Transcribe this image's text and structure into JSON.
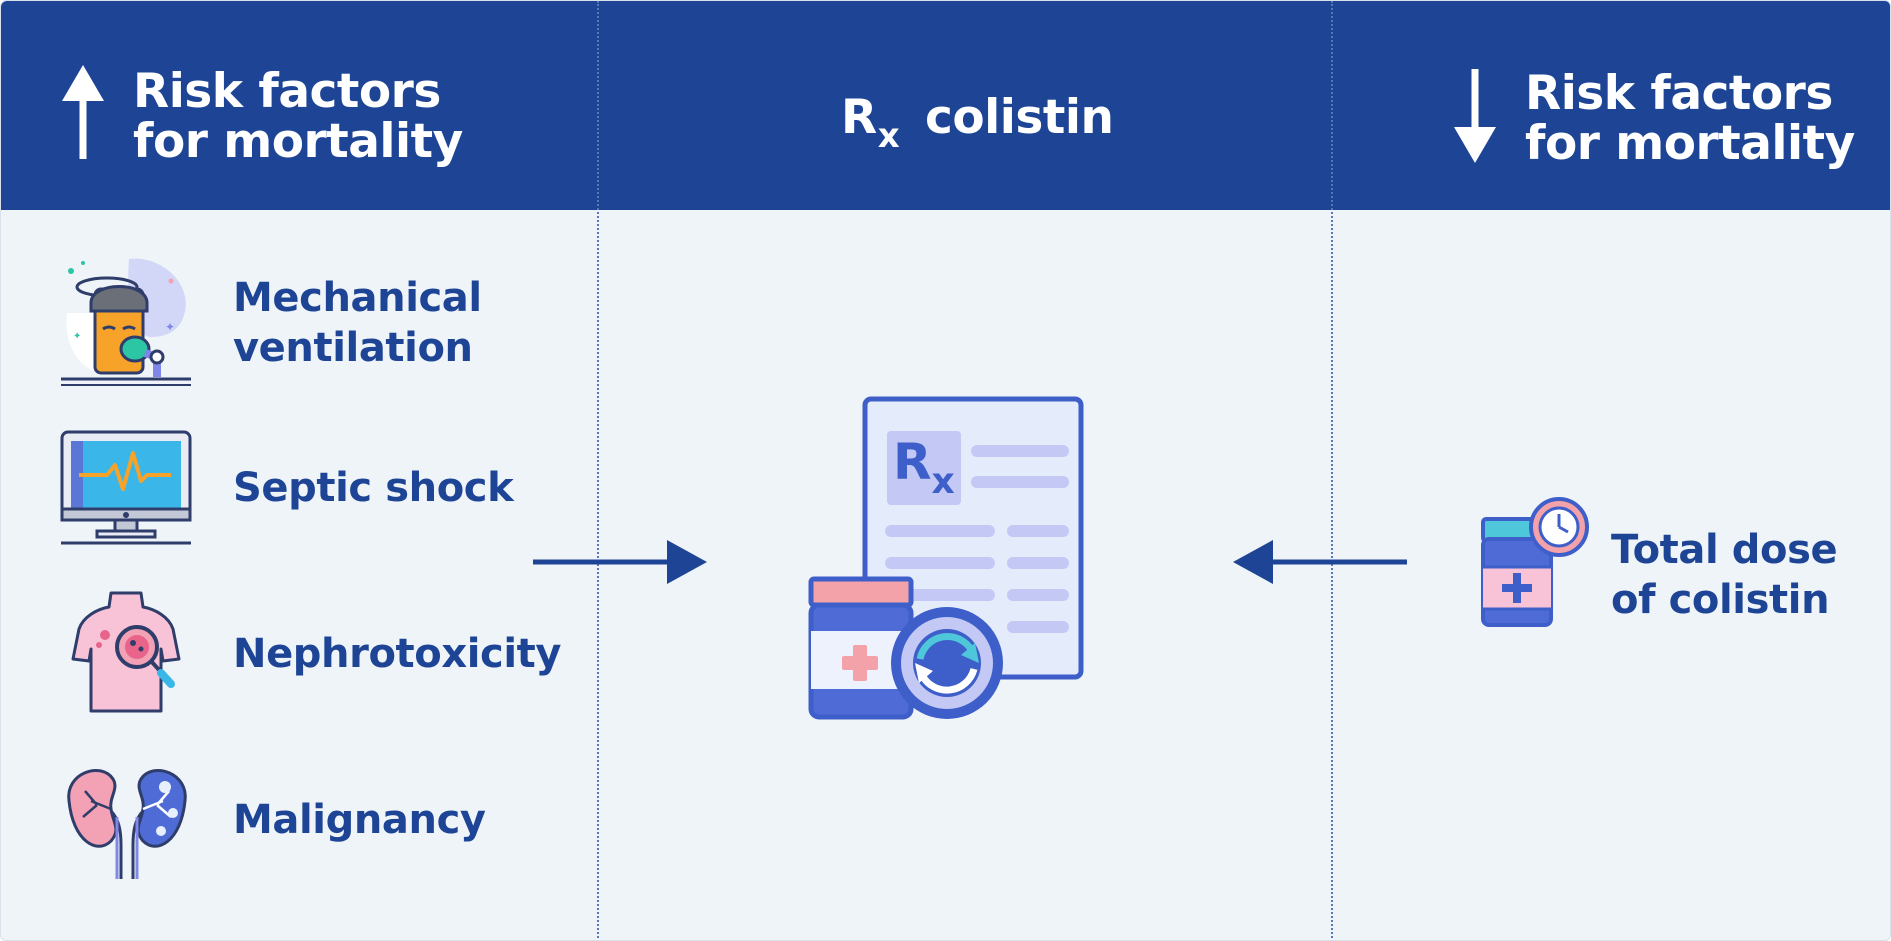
{
  "header": {
    "left": {
      "line1": "Risk factors",
      "line2": "for mortality",
      "arrow": "up-arrow-icon"
    },
    "center": {
      "rx_r": "R",
      "rx_x": "x",
      "drug": "colistin"
    },
    "right": {
      "line1": "Risk factors",
      "line2": "for mortality",
      "arrow": "down-arrow-icon"
    }
  },
  "increased_risk_factors": [
    {
      "line1": "Mechanical",
      "line2": "ventilation",
      "icon": "ventilated-patient-icon"
    },
    {
      "line1": "Septic shock",
      "icon": "heart-monitor-icon"
    },
    {
      "line1": "Nephrotoxicity",
      "icon": "body-inspection-icon"
    },
    {
      "line1": "Malignancy",
      "icon": "kidneys-icon"
    }
  ],
  "decreased_risk_factors": [
    {
      "line1": "Total dose",
      "line2": "of colistin",
      "icon": "medicine-bottle-clock-icon"
    }
  ],
  "center_icon": {
    "icon": "prescription-icon",
    "rx_r": "R",
    "rx_x": "x"
  },
  "colors": {
    "header_bg": "#1e4595",
    "panel_bg": "#eff4f8",
    "text_dark": "#1e4595",
    "accent_light": "#c3c8f5"
  }
}
